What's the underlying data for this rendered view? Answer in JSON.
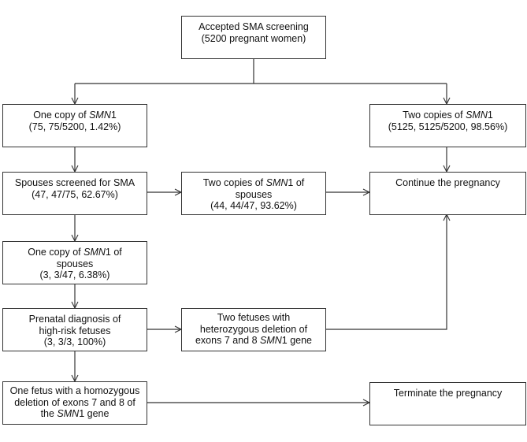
{
  "boxes": {
    "start": {
      "line1": "Accepted SMA screening",
      "line2": "(5200 pregnant women)"
    },
    "one_copy": {
      "pre": "One copy of ",
      "gene": "SMN",
      "post": "1",
      "line2": "(75, 75/5200, 1.42%)"
    },
    "two_copies": {
      "pre": "Two copies of ",
      "gene": "SMN",
      "post": "1",
      "line2": "(5125, 5125/5200, 98.56%)"
    },
    "spouses_screened": {
      "line1": "Spouses screened for SMA",
      "line2": "(47, 47/75, 62.67%)"
    },
    "spouse_two_copies": {
      "pre": "Two copies of ",
      "gene": "SMN",
      "post": "1 of",
      "line2": "spouses",
      "line3": "(44, 44/47, 93.62%)"
    },
    "continue": {
      "line1": "Continue the pregnancy"
    },
    "spouse_one_copy": {
      "pre": "One copy of ",
      "gene": "SMN",
      "post": "1 of",
      "line2": "spouses",
      "line3": "(3, 3/47, 6.38%)"
    },
    "prenatal": {
      "line1": "Prenatal diagnosis of",
      "line2": "high-risk fetuses",
      "line3": "(3, 3/3, 100%)"
    },
    "heterozygous": {
      "line1": "Two fetuses with",
      "line2": "heterozygous deletion of",
      "pre3": "exons 7 and 8 ",
      "gene": "SMN",
      "post3": "1 gene"
    },
    "homozygous": {
      "line1": "One fetus with a homozygous",
      "line2": "deletion of exons 7 and 8 of",
      "pre3": "the ",
      "gene": "SMN",
      "post3": "1 gene"
    },
    "terminate": {
      "line1": "Terminate the pregnancy"
    }
  }
}
